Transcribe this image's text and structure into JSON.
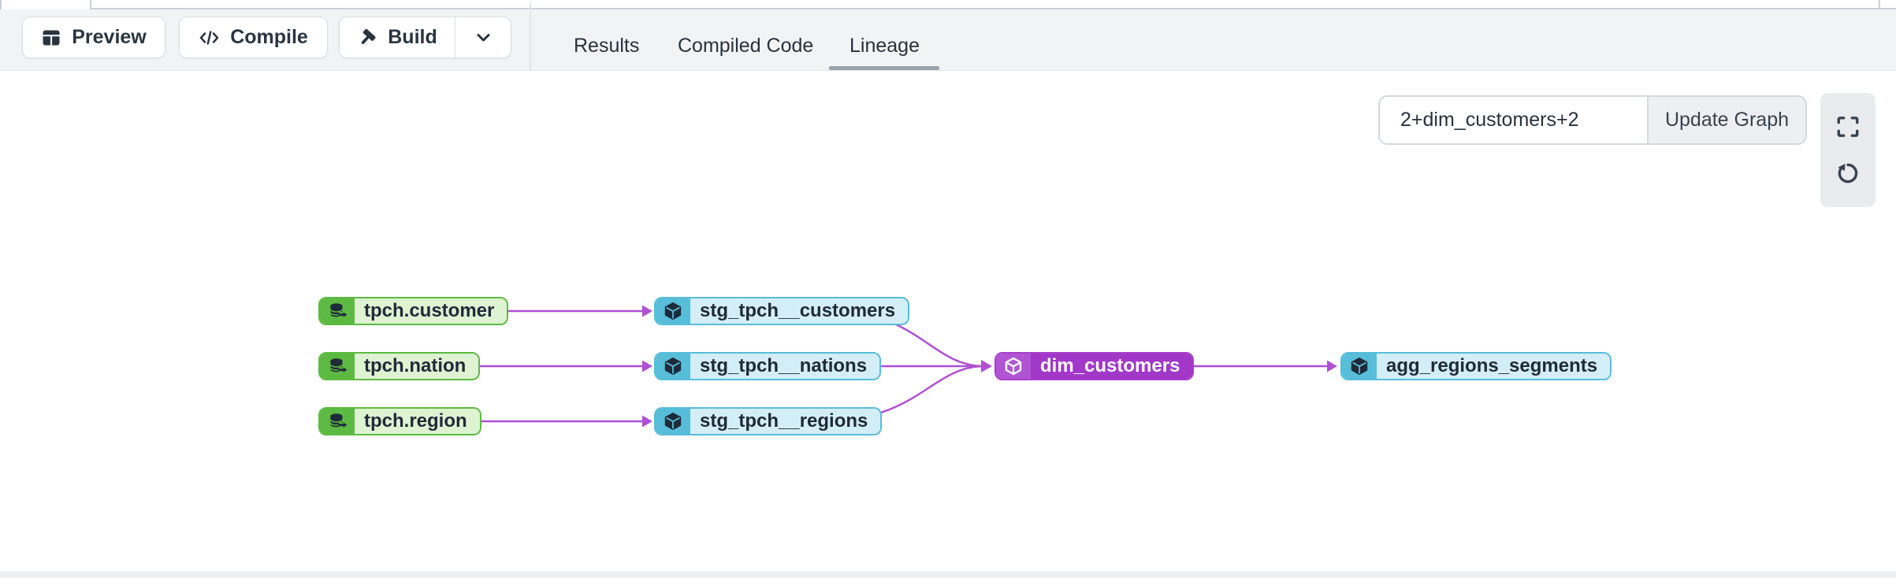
{
  "toolbar": {
    "preview_label": "Preview",
    "compile_label": "Compile",
    "build_label": "Build"
  },
  "tabs": {
    "results": "Results",
    "compiled_code": "Compiled Code",
    "lineage": "Lineage",
    "active_tab": "Lineage"
  },
  "lineage_controls": {
    "selector_value": "2+dim_customers+2",
    "update_button_label": "Update Graph"
  },
  "graph": {
    "nodes": [
      {
        "label": "tpch.customer",
        "type": "source"
      },
      {
        "label": "tpch.nation",
        "type": "source"
      },
      {
        "label": "tpch.region",
        "type": "source"
      },
      {
        "label": "stg_tpch__customers",
        "type": "staging-model"
      },
      {
        "label": "stg_tpch__nations",
        "type": "staging-model"
      },
      {
        "label": "stg_tpch__regions",
        "type": "staging-model"
      },
      {
        "label": "dim_customers",
        "type": "selected-model"
      },
      {
        "label": "agg_regions_segments",
        "type": "downstream-model"
      }
    ],
    "edges": [
      {
        "from": "tpch.customer",
        "to": "stg_tpch__customers"
      },
      {
        "from": "tpch.nation",
        "to": "stg_tpch__nations"
      },
      {
        "from": "tpch.region",
        "to": "stg_tpch__regions"
      },
      {
        "from": "stg_tpch__customers",
        "to": "dim_customers"
      },
      {
        "from": "stg_tpch__nations",
        "to": "dim_customers"
      },
      {
        "from": "stg_tpch__regions",
        "to": "dim_customers"
      },
      {
        "from": "dim_customers",
        "to": "agg_regions_segments"
      }
    ],
    "colors": {
      "source_accent": "#5cba42",
      "source_fill": "#ddf3d2",
      "model_accent": "#57bdd9",
      "model_fill": "#d4eef8",
      "selected_accent": "#a73fcb",
      "selected_fill": "#a138c8",
      "edge": "#b04fd3",
      "node_text": "#1f2a38"
    }
  }
}
